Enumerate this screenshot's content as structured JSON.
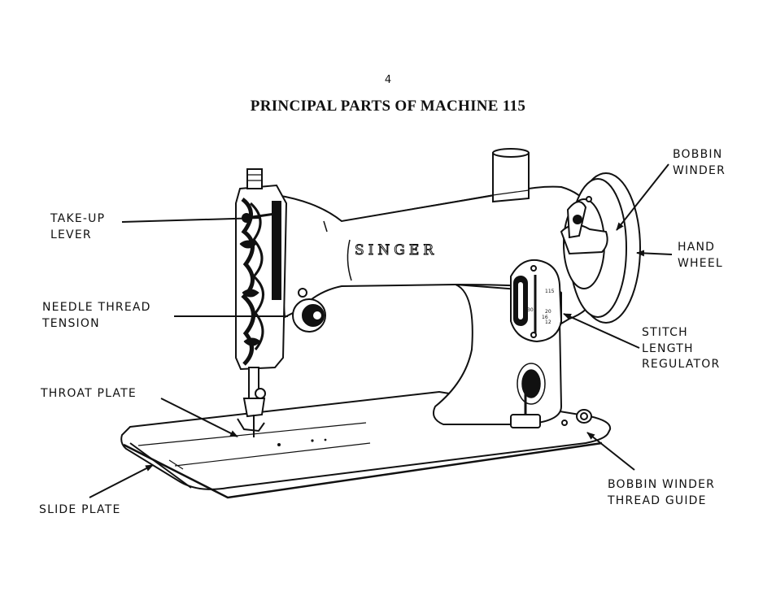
{
  "page": {
    "number": "4",
    "title": "PRINCIPAL PARTS OF MACHINE 115"
  },
  "machine": {
    "brand": "SINGER",
    "model_badge": "115",
    "dial_numbers": [
      "30",
      "20",
      "16",
      "12"
    ]
  },
  "labels": {
    "take_up_lever": [
      "TAKE-UP",
      "LEVER"
    ],
    "needle_thread_tension": [
      "NEEDLE THREAD",
      "TENSION"
    ],
    "throat_plate": [
      "THROAT PLATE"
    ],
    "slide_plate": [
      "SLIDE PLATE"
    ],
    "bobbin_winder": [
      "BOBBIN",
      "WINDER"
    ],
    "hand_wheel": [
      "HAND",
      "WHEEL"
    ],
    "stitch_length_regulator": [
      "STITCH",
      "LENGTH",
      "REGULATOR"
    ],
    "bobbin_winder_thread_guide": [
      "BOBBIN WINDER",
      "THREAD GUIDE"
    ]
  },
  "colors": {
    "ink": "#111111",
    "paper": "#ffffff"
  }
}
